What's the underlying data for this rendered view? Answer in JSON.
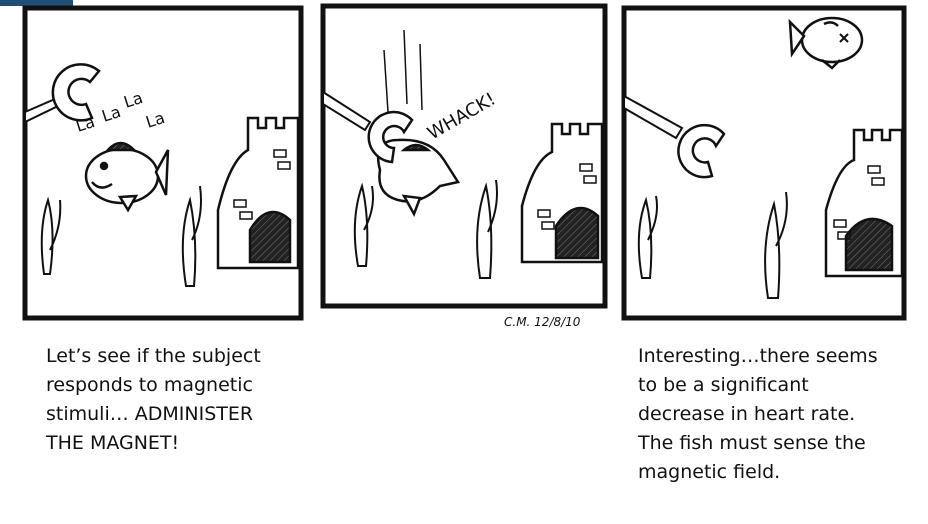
{
  "comic": {
    "panel1": {
      "lyrics": [
        "La",
        "La",
        "La",
        "La"
      ]
    },
    "panel2": {
      "sound_effect": "WHACK!"
    },
    "signature": "C.M. 12/8/10"
  },
  "captions": {
    "left": "Let’s see if the subject\nresponds to magnetic\nstimuli… ADMINISTER\nTHE MAGNET!",
    "right": "Interesting…there seems\nto be a significant\ndecrease in heart rate.\nThe fish must sense the\nmagnetic field."
  },
  "colors": {
    "ink": "#111111",
    "paper": "#ffffff",
    "accent": "#1f4e79"
  }
}
